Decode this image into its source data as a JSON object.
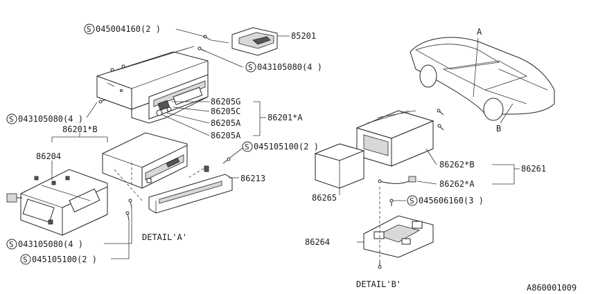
{
  "labels": {
    "screw_045004160": "045004160(2 )",
    "part_85201": "85201",
    "screw_043105080_top": "043105080(4 )",
    "screw_043105080_left": "043105080(4 )",
    "part_86201B": "86201*B",
    "part_86205G": "86205G",
    "part_86205C": "86205C",
    "part_86205A_1": "86205A",
    "part_86205A_2": "86205A",
    "part_86201A": "86201*A",
    "part_86204": "86204",
    "screw_045105100_right": "045105100(2 )",
    "part_86213": "86213",
    "screw_043105080_bottom": "043105080(4 )",
    "screw_045105100_bottom": "045105100(2 )",
    "detail_a": "DETAIL'A'",
    "callout_a": "A",
    "callout_b": "B",
    "part_86262B": "86262*B",
    "part_86261": "86261",
    "part_86262A": "86262*A",
    "part_86265": "86265",
    "screw_045606160": "045606160(3 )",
    "part_86264": "86264",
    "detail_b": "DETAIL'B'",
    "figure_id": "A860001009"
  },
  "screw_symbol": "S"
}
